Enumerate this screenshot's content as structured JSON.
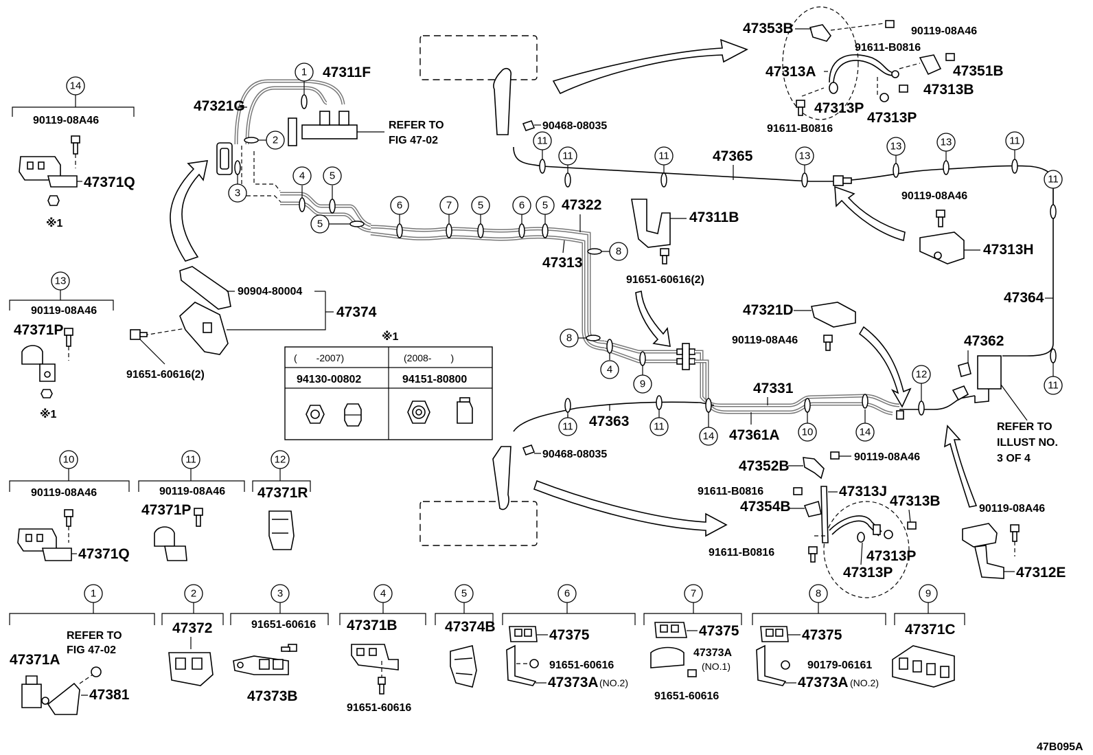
{
  "figure_code": "47B095A",
  "table": {
    "note_mark": "※1",
    "col1_header": "(　　-2007)",
    "col2_header": "(2008-　　)",
    "col1_part": "94130-00802",
    "col2_part": "94151-80800"
  },
  "legend_groups": {
    "g14": {
      "num": "14",
      "bolt": "90119-08A46",
      "part": "47371Q",
      "note": "※1"
    },
    "g13": {
      "num": "13",
      "bolt": "90119-08A46",
      "part": "47371P",
      "note": "※1"
    },
    "g10": {
      "num": "10",
      "bolt": "90119-08A46",
      "part": "47371Q"
    },
    "g11": {
      "num": "11",
      "bolt": "90119-08A46",
      "part": "47371P"
    },
    "g12": {
      "num": "12",
      "part": "47371R"
    },
    "g1": {
      "num": "1",
      "part_a": "47371A",
      "part_b": "47381",
      "refer1": "REFER TO",
      "refer2": "FIG 47-02"
    },
    "g2": {
      "num": "2",
      "part": "47372"
    },
    "g3": {
      "num": "3",
      "bolt": "91651-60616",
      "part": "47373B"
    },
    "g4": {
      "num": "4",
      "part": "47371B",
      "bolt": "91651-60616"
    },
    "g5": {
      "num": "5",
      "part": "47374B"
    },
    "g6": {
      "num": "6",
      "part_a": "47375",
      "bolt": "91651-60616",
      "part_b": "47373A",
      "suffix": "(NO.2)"
    },
    "g7": {
      "num": "7",
      "part_a": "47375",
      "part_b": "47373A",
      "suffix": "(NO.1)",
      "bolt": "91651-60616"
    },
    "g8": {
      "num": "8",
      "part_a": "47375",
      "bolt": "90179-06161",
      "part_b": "47373A",
      "suffix": "(NO.2)"
    },
    "g9": {
      "num": "9",
      "part": "47371C"
    }
  },
  "labels": {
    "p47321G": "47321G",
    "p47311F": "47311F",
    "refer_a1": "REFER TO",
    "refer_a2": "FIG 47-02",
    "p47322": "47322",
    "p47313": "47313",
    "p90904": "90904-80004",
    "p47374": "47374",
    "p91651_2a": "91651-60616(2)",
    "p90468_top": "90468-08035",
    "p90468_bot": "90468-08035",
    "p47365": "47365",
    "p47353B": "47353B",
    "p90119_tr": "90119-08A46",
    "p91611_t1": "91611-B0816",
    "p47313A": "47313A",
    "p47351B": "47351B",
    "p47313B_t": "47313B",
    "p47313P_t1": "47313P",
    "p47313P_t2": "47313P",
    "p91611_t2": "91611-B0816",
    "p47311B": "47311B",
    "p91651_2b": "91651-60616(2)",
    "p90119_r": "90119-08A46",
    "p47313H": "47313H",
    "p47364": "47364",
    "p47321D": "47321D",
    "p90119_m": "90119-08A46",
    "p47362": "47362",
    "p47331": "47331",
    "p47363": "47363",
    "p47361A": "47361A",
    "refer_b1": "REFER TO",
    "refer_b2": "ILLUST NO.",
    "refer_b3": "3 OF 4",
    "p47352B": "47352B",
    "p90119_b": "90119-08A46",
    "p91611_b1": "91611-B0816",
    "p47313J": "47313J",
    "p47354B": "47354B",
    "p47313B_b": "47313B",
    "p91611_b2": "91611-B0816",
    "p47313P_b1": "47313P",
    "p47313P_b2": "47313P",
    "p90119_br": "90119-08A46",
    "p47312E": "47312E"
  },
  "callouts": [
    "1",
    "2",
    "3",
    "4",
    "5",
    "5",
    "6",
    "7",
    "5",
    "6",
    "5",
    "8",
    "8",
    "4",
    "9",
    "11",
    "11",
    "11",
    "13",
    "13",
    "13",
    "11",
    "11",
    "11",
    "11",
    "12",
    "11",
    "11",
    "14",
    "10",
    "14"
  ]
}
